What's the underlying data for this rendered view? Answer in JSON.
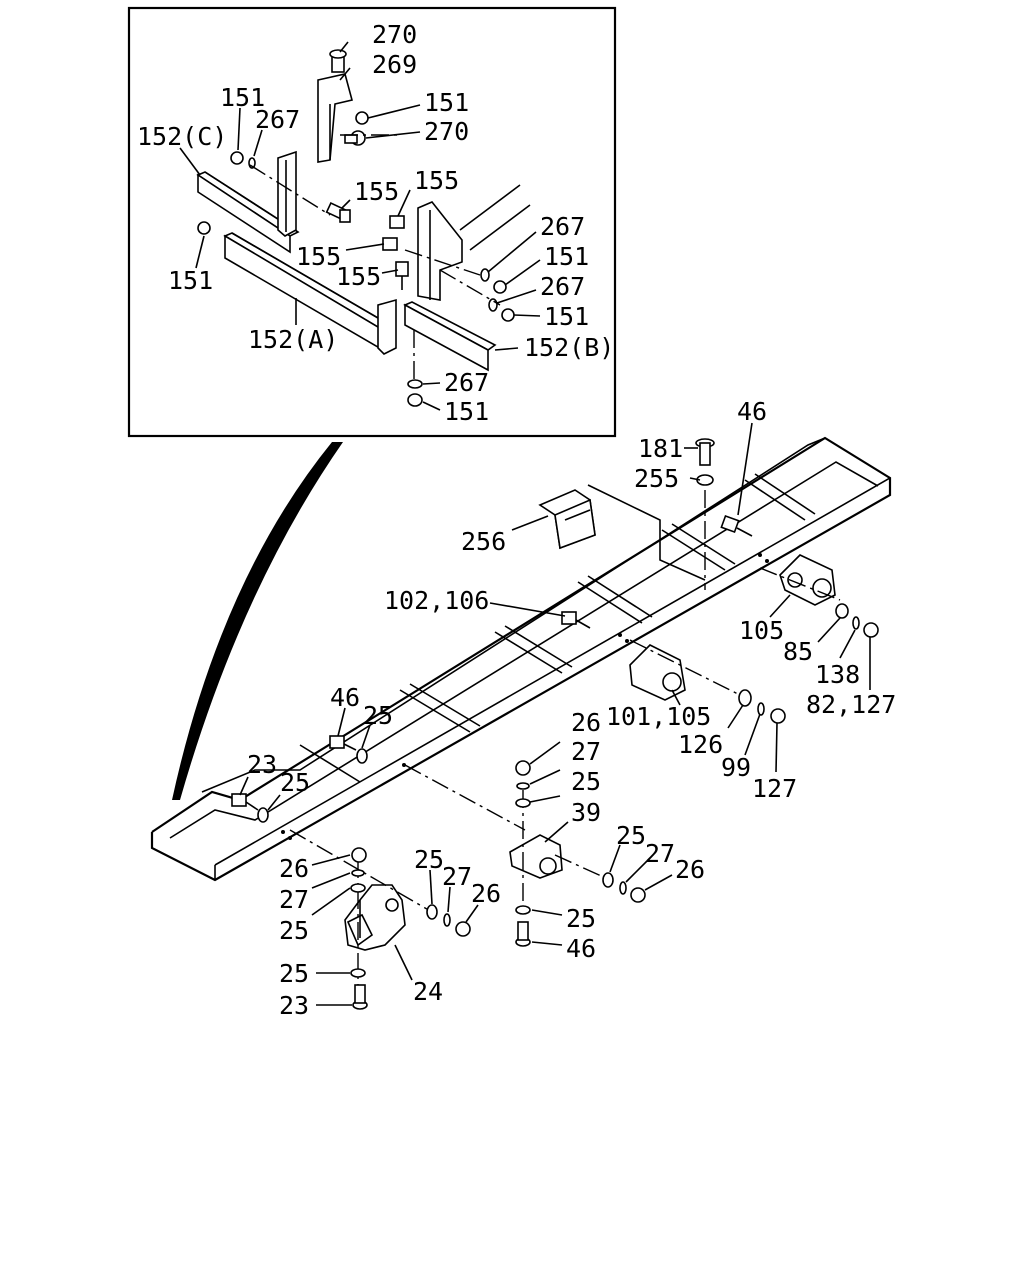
{
  "labels": {
    "inset": {
      "l270a": "270",
      "l269": "269",
      "l151a": "151",
      "l267a": "267",
      "l151b": "151",
      "l270b": "270",
      "l152c": "152(C)",
      "l155a": "155",
      "l155b": "155",
      "l151c": "151",
      "l155c": "155",
      "l155d": "155",
      "l267b": "267",
      "l151d": "151",
      "l267c": "267",
      "l151e": "151",
      "l152a": "152(A)",
      "l152b": "152(B)",
      "l267d": "267",
      "l151f": "151"
    },
    "main": {
      "l181": "181",
      "l46a": "46",
      "l255": "255",
      "l256": "256",
      "l102": "102,106",
      "l105a": "105",
      "l85": "85",
      "l138": "138",
      "l82": "82,127",
      "l101": "101,105",
      "l126": "126",
      "l99": "99",
      "l127": "127",
      "l46b": "46",
      "l25a": "25",
      "l26a": "26",
      "l27a": "27",
      "l25b": "25",
      "l39": "39",
      "l23a": "23",
      "l25c": "25",
      "l25d": "25",
      "l27b": "27",
      "l26b": "26",
      "l26c": "26",
      "l27c": "27",
      "l25e": "25",
      "l25f": "25",
      "l27d": "27",
      "l26d": "26",
      "l25g": "25",
      "l46c": "46",
      "l25h": "25",
      "l24": "24",
      "l23b": "23"
    }
  }
}
